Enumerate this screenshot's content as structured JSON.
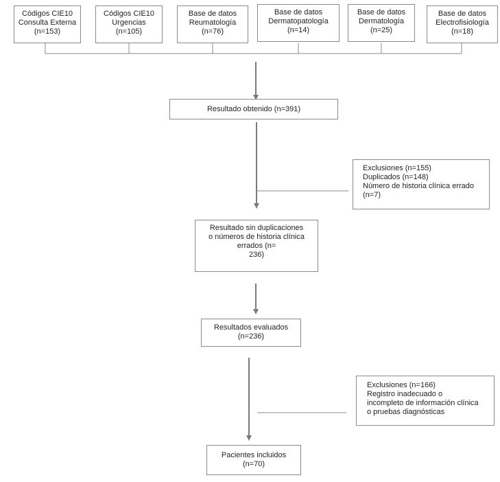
{
  "sources": [
    {
      "lines": [
        "Códigos CIE10",
        "Consulta Externa",
        "(n=153)"
      ]
    },
    {
      "lines": [
        "Códigos CIE10",
        "Urgencias",
        "(n=105)"
      ]
    },
    {
      "lines": [
        "Base de datos",
        "Reumatología",
        "(n=76)"
      ]
    },
    {
      "lines": [
        "Base de datos",
        "Dermatopatología",
        "(n=14)"
      ]
    },
    {
      "lines": [
        "Base de datos",
        "Dermatología",
        "(n=25)"
      ]
    },
    {
      "lines": [
        "Base de datos",
        "Electrofisiología",
        "(n=18)"
      ]
    }
  ],
  "flow": {
    "obtained": {
      "lines": [
        "Resultado obtenido (n=391)"
      ]
    },
    "exclusions1": {
      "lines": [
        "Exclusiones (n=155)",
        "Duplicados (n=148)",
        "Número de historia clínica errado",
        "(n=7)"
      ]
    },
    "dedup": {
      "lines": [
        "Resultado sin duplicaciones",
        "o números de historia clínica",
        "errados (n=",
        "236)"
      ]
    },
    "evaluated": {
      "lines": [
        "Resultados evaluados",
        "(n=236)"
      ]
    },
    "exclusions2": {
      "lines": [
        "Exclusiones (n=166)",
        "Registro inadecuado o",
        "incompleto de información clínica",
        "o pruebas diagnósticas"
      ]
    },
    "included": {
      "lines": [
        "Pacientes incluidos",
        "(n=70)"
      ]
    }
  },
  "colors": {
    "line": "#8a8a8a",
    "arrow": "#7a7a7a",
    "text": "#222222"
  }
}
